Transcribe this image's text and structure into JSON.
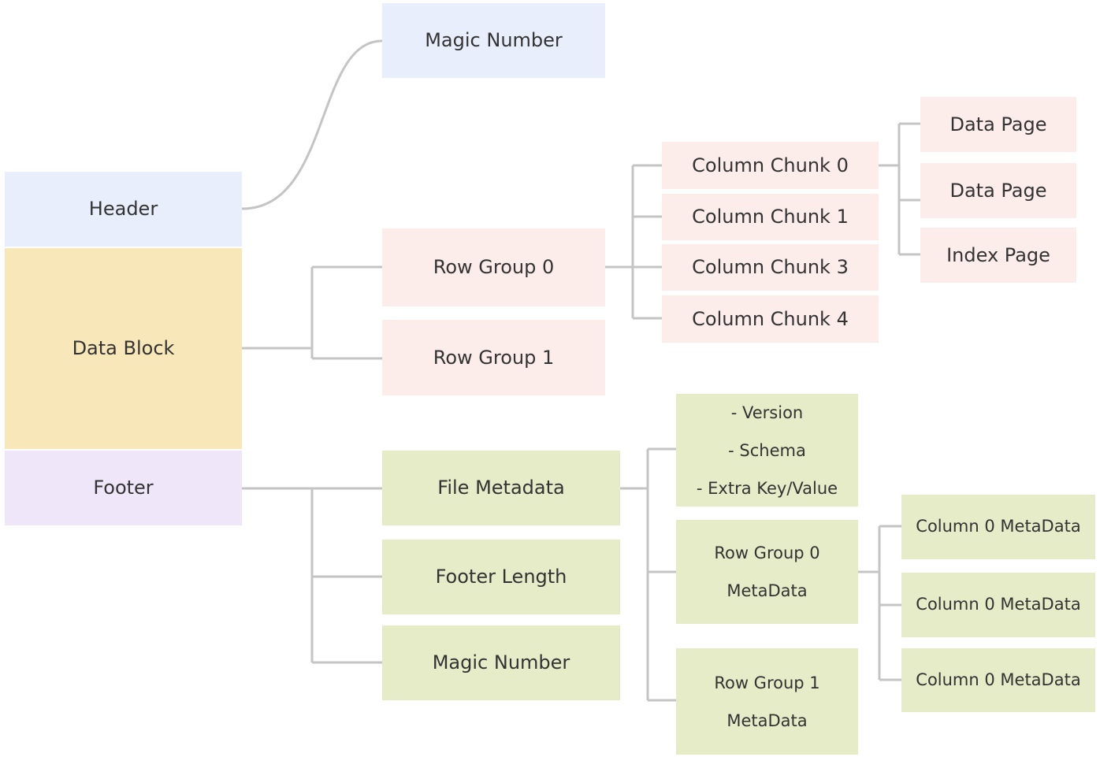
{
  "colors": {
    "header": "#e8eefc",
    "data_block": "#f7e7b9",
    "footer": "#efe7f9",
    "pink": "#fcedea",
    "green": "#e5ecc7",
    "connector": "#c4c4c4",
    "text": "#333333"
  },
  "nodes": {
    "header": "Header",
    "data_block": "Data Block",
    "footer": "Footer",
    "magic_number_top": "Magic Number",
    "row_group_0": "Row Group 0",
    "row_group_1": "Row Group 1",
    "column_chunks": [
      "Column Chunk 0",
      "Column Chunk 1",
      "Column Chunk 3",
      "Column Chunk 4"
    ],
    "pages": [
      "Data Page",
      "Data Page",
      "Index Page"
    ],
    "file_metadata": "File Metadata",
    "footer_length": "Footer Length",
    "magic_number_bottom": "Magic Number",
    "file_metadata_details": [
      "- Version",
      "- Schema",
      "- Extra Key/Value"
    ],
    "row_group_0_metadata": [
      "Row Group 0",
      "MetaData"
    ],
    "row_group_1_metadata": [
      "Row Group 1",
      "MetaData"
    ],
    "column_metadata": [
      "Column 0 MetaData",
      "Column 0 MetaData",
      "Column 0 MetaData"
    ]
  }
}
